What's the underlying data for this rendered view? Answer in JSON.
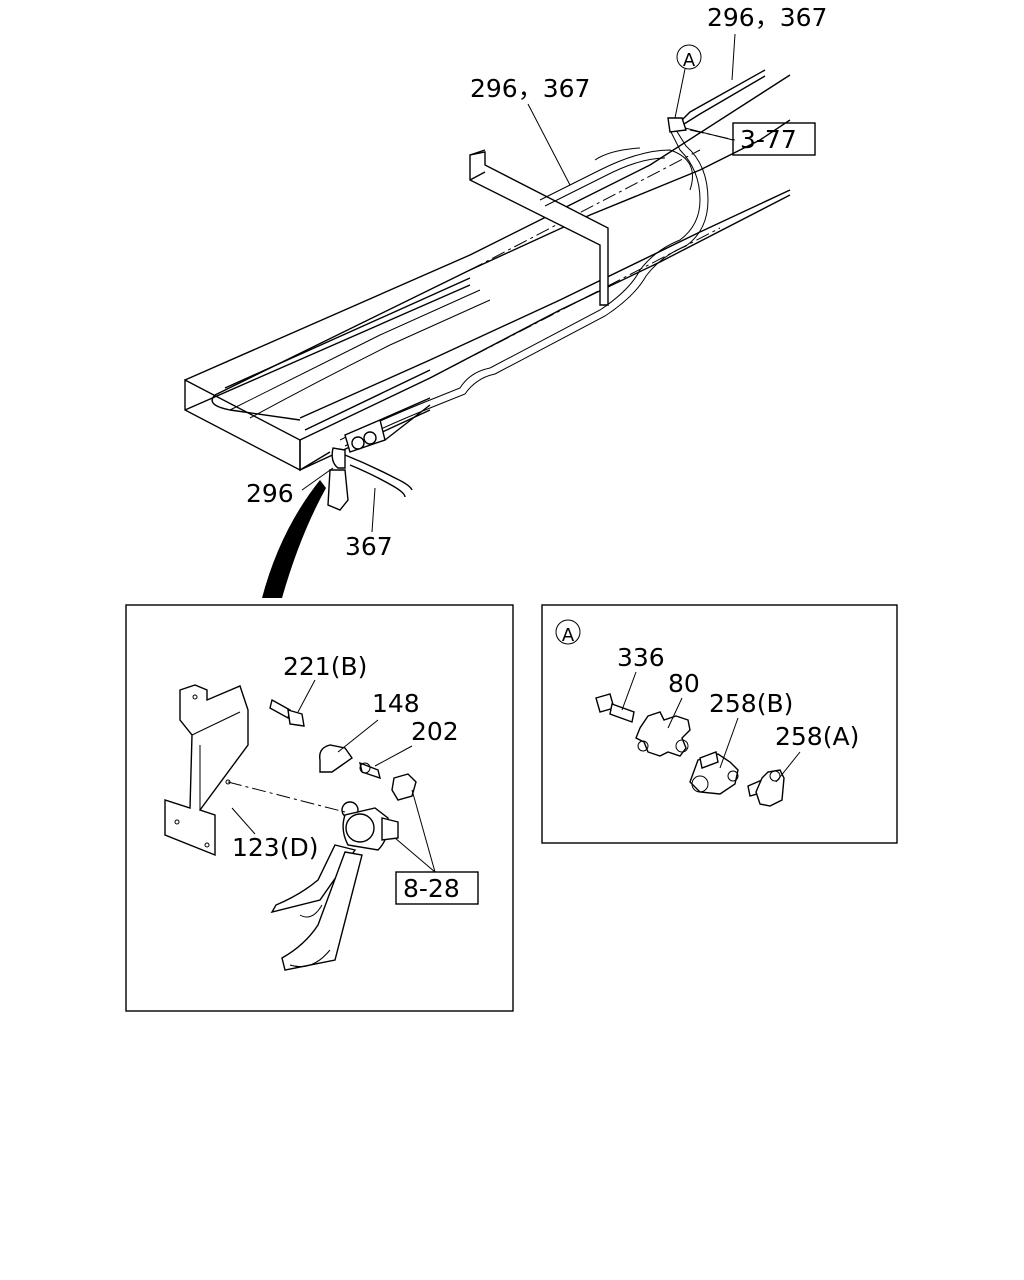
{
  "callouts": {
    "top_right": "296，367",
    "top_center": "296，367",
    "ref_a_top": "A",
    "ref_3_77": "3-77",
    "left_296": "296",
    "bottom_367": "367"
  },
  "horn_inset": {
    "part_221b": "221(B)",
    "part_148": "148",
    "part_202": "202",
    "part_123d": "123(D)",
    "ref_8_28": "8-28"
  },
  "joint_inset": {
    "ref_a": "A",
    "part_336": "336",
    "part_80": "80",
    "part_258b": "258(B)",
    "part_258a": "258(A)"
  }
}
